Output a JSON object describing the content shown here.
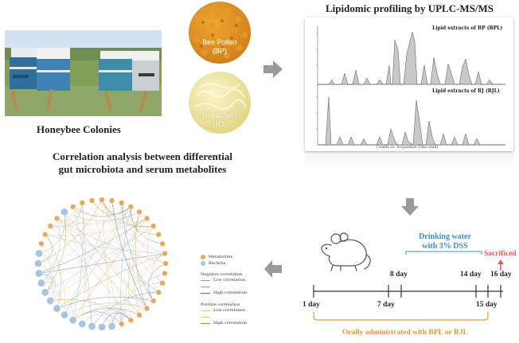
{
  "panels": {
    "colonies": {
      "caption": "Honeybee Colonies"
    },
    "bee_pollen": {
      "line1": "Bee Pollen",
      "line2": "(BP)"
    },
    "royal_jelly": {
      "line1": "Royal Jelly",
      "line2": "(RJ)"
    },
    "lipidomics": {
      "title": "Lipidomic profiling by UPLC-MS/MS",
      "bpl_label": "Lipid extracts of BP (BPL)",
      "rjl_label": "Lipid extracts of RJ (RJL)",
      "x_axis": "Counts vs. Acquisition Time (min)"
    },
    "correlation": {
      "title_line1": "Correlation analysis between differential",
      "title_line2": "gut microbiota and serum metabolites",
      "legend_metabolites": "Metabolites",
      "legend_bacteria": "Bacteria",
      "legend_negative": "Negative correlation",
      "legend_positive": "Positive correlation",
      "legend_low": "Low correlation",
      "legend_high": "High correlation"
    },
    "timeline": {
      "drinking_line1": "Drinking water",
      "drinking_line2": "with 3% DSS",
      "sacrificed": "Sacrificed",
      "day8": "8 day",
      "day14": "14 day",
      "day16": "16 day",
      "day1": "1 day",
      "day7": "7 day",
      "day15": "15 day",
      "oral": "Orally administrated with BPL or RJL"
    }
  },
  "colors": {
    "title": "#222222",
    "dss_blue": "#3d8fd1",
    "sacrificed_red": "#e05a5a",
    "oral_orange": "#e59a2e",
    "metabolite_node": "#e8a95a",
    "bacteria_node": "#a7c4e3",
    "arrow_gray": "#9a9a9a",
    "pollen": "#d68a1d",
    "jelly": "#efe6a0"
  }
}
